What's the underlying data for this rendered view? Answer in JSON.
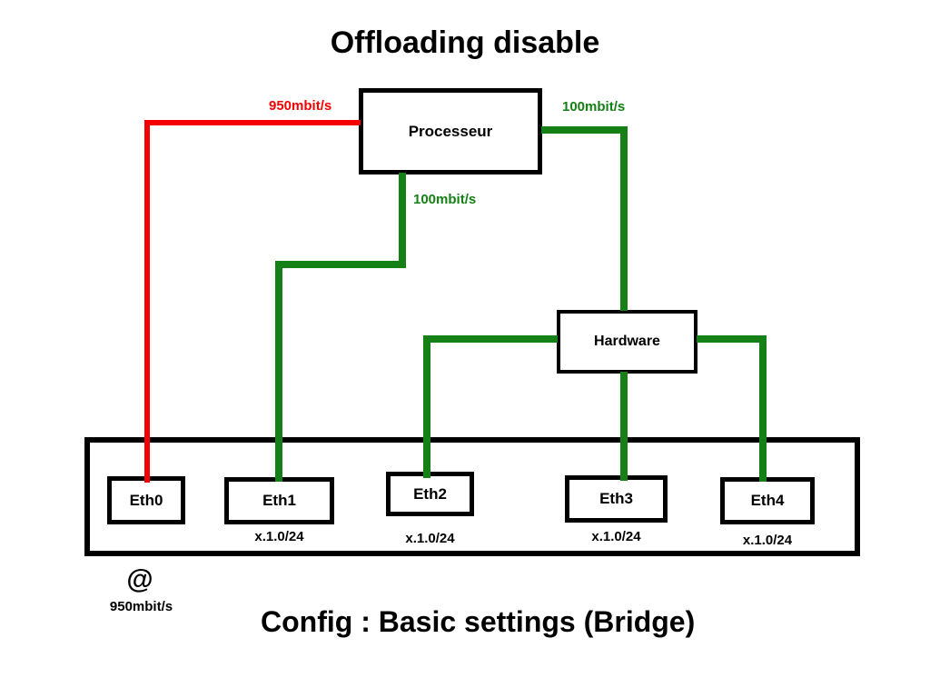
{
  "title": "Offloading disable",
  "caption": "Config : Basic settings (Bridge)",
  "colors": {
    "red": "#f40000",
    "green": "#158015",
    "black": "#000000",
    "bg": "#ffffff"
  },
  "nodes": {
    "processeur": {
      "label": "Processeur"
    },
    "hardware": {
      "label": "Hardware"
    },
    "bridge_ports": [
      {
        "label": "Eth0",
        "subnet": ""
      },
      {
        "label": "Eth1",
        "subnet": "x.1.0/24"
      },
      {
        "label": "Eth2",
        "subnet": "x.1.0/24"
      },
      {
        "label": "Eth3",
        "subnet": "x.1.0/24"
      },
      {
        "label": "Eth4",
        "subnet": "x.1.0/24"
      }
    ]
  },
  "edges": [
    {
      "from": "Processeur",
      "to": "Eth0",
      "label": "950mbit/s",
      "color": "red"
    },
    {
      "from": "Processeur",
      "to": "Hardware",
      "label": "100mbit/s",
      "color": "green"
    },
    {
      "from": "Processeur",
      "to": "Eth1",
      "label": "100mbit/s",
      "color": "green"
    },
    {
      "from": "Hardware",
      "to": "Eth2",
      "label": "",
      "color": "green"
    },
    {
      "from": "Hardware",
      "to": "Eth3",
      "label": "",
      "color": "green"
    },
    {
      "from": "Hardware",
      "to": "Eth4",
      "label": "",
      "color": "green"
    }
  ],
  "footnote": {
    "symbol": "@",
    "rate": "950mbit/s"
  }
}
